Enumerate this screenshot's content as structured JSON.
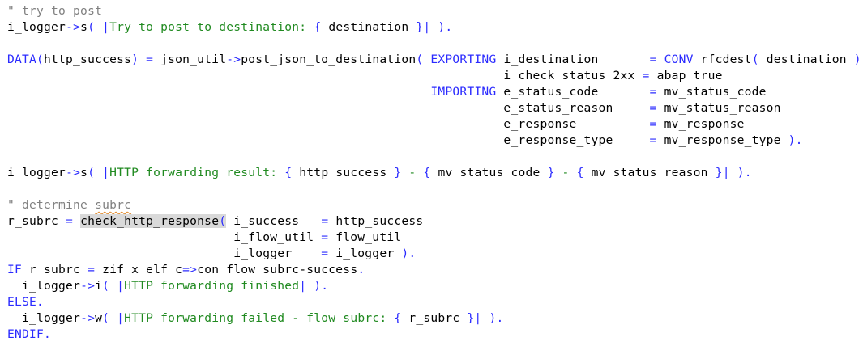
{
  "editor": {
    "colors": {
      "keyword": "#2b2bff",
      "string_template": "#208a20",
      "comment": "#808080",
      "identifier": "#000000",
      "highlight_background": "#d9d9d9",
      "spellcheck_underline": "#e08a2c"
    },
    "lines": [
      [
        {
          "t": "\" try to post",
          "c": "cmt"
        }
      ],
      [
        {
          "t": "i_logger",
          "c": "id"
        },
        {
          "t": "->",
          "c": "op"
        },
        {
          "t": "s",
          "c": "id"
        },
        {
          "t": "( |",
          "c": "op"
        },
        {
          "t": "Try to post to destination: ",
          "c": "str"
        },
        {
          "t": "{ ",
          "c": "op"
        },
        {
          "t": "destination",
          "c": "id"
        },
        {
          "t": " }| ).",
          "c": "op"
        }
      ],
      [],
      [
        {
          "t": "DATA(",
          "c": "kw"
        },
        {
          "t": "http_success",
          "c": "id"
        },
        {
          "t": ") = ",
          "c": "op"
        },
        {
          "t": "json_util",
          "c": "id"
        },
        {
          "t": "->",
          "c": "op"
        },
        {
          "t": "post_json_to_destination",
          "c": "id"
        },
        {
          "t": "( ",
          "c": "op"
        },
        {
          "t": "EXPORTING",
          "c": "kw"
        },
        {
          "t": " i_destination       ",
          "c": "id"
        },
        {
          "t": "= ",
          "c": "op"
        },
        {
          "t": "CONV",
          "c": "kw"
        },
        {
          "t": " rfcdest",
          "c": "id"
        },
        {
          "t": "( ",
          "c": "op"
        },
        {
          "t": "destination",
          "c": "id"
        },
        {
          "t": " )",
          "c": "op"
        }
      ],
      [
        {
          "t": "                                                                    i_check_status_2xx ",
          "c": "id"
        },
        {
          "t": "= ",
          "c": "op"
        },
        {
          "t": "abap_true",
          "c": "id"
        }
      ],
      [
        {
          "t": "                                                          ",
          "c": "id"
        },
        {
          "t": "IMPORTING",
          "c": "kw"
        },
        {
          "t": " e_status_code       ",
          "c": "id"
        },
        {
          "t": "= ",
          "c": "op"
        },
        {
          "t": "mv_status_code",
          "c": "id"
        }
      ],
      [
        {
          "t": "                                                                    e_status_reason     ",
          "c": "id"
        },
        {
          "t": "= ",
          "c": "op"
        },
        {
          "t": "mv_status_reason",
          "c": "id"
        }
      ],
      [
        {
          "t": "                                                                    e_response          ",
          "c": "id"
        },
        {
          "t": "= ",
          "c": "op"
        },
        {
          "t": "mv_response",
          "c": "id"
        }
      ],
      [
        {
          "t": "                                                                    e_response_type     ",
          "c": "id"
        },
        {
          "t": "= ",
          "c": "op"
        },
        {
          "t": "mv_response_type",
          "c": "id"
        },
        {
          "t": " ).",
          "c": "op"
        }
      ],
      [],
      [
        {
          "t": "i_logger",
          "c": "id"
        },
        {
          "t": "->",
          "c": "op"
        },
        {
          "t": "s",
          "c": "id"
        },
        {
          "t": "( |",
          "c": "op"
        },
        {
          "t": "HTTP forwarding result: ",
          "c": "str"
        },
        {
          "t": "{ ",
          "c": "op"
        },
        {
          "t": "http_success",
          "c": "id"
        },
        {
          "t": " }",
          "c": "op"
        },
        {
          "t": " - ",
          "c": "str"
        },
        {
          "t": "{ ",
          "c": "op"
        },
        {
          "t": "mv_status_code",
          "c": "id"
        },
        {
          "t": " }",
          "c": "op"
        },
        {
          "t": " - ",
          "c": "str"
        },
        {
          "t": "{ ",
          "c": "op"
        },
        {
          "t": "mv_status_reason",
          "c": "id"
        },
        {
          "t": " }| ).",
          "c": "op"
        }
      ],
      [],
      [
        {
          "t": "\" determine ",
          "c": "cmt"
        },
        {
          "t": "subrc",
          "c": "cmt squiggle"
        }
      ],
      [
        {
          "t": "r_subrc",
          "c": "id"
        },
        {
          "t": " = ",
          "c": "op"
        },
        {
          "t": "check_http_response",
          "c": "id hl"
        },
        {
          "t": "(",
          "c": "op hl"
        },
        {
          "t": " i_success   ",
          "c": "id"
        },
        {
          "t": "= ",
          "c": "op"
        },
        {
          "t": "http_success",
          "c": "id"
        }
      ],
      [
        {
          "t": "                               i_flow_util ",
          "c": "id"
        },
        {
          "t": "= ",
          "c": "op"
        },
        {
          "t": "flow_util",
          "c": "id"
        }
      ],
      [
        {
          "t": "                               i_logger    ",
          "c": "id"
        },
        {
          "t": "= ",
          "c": "op"
        },
        {
          "t": "i_logger",
          "c": "id"
        },
        {
          "t": " ).",
          "c": "op"
        }
      ],
      [
        {
          "t": "IF",
          "c": "kw"
        },
        {
          "t": " r_subrc ",
          "c": "id"
        },
        {
          "t": "= ",
          "c": "op"
        },
        {
          "t": "zif_x_elf_c",
          "c": "id"
        },
        {
          "t": "=>",
          "c": "op"
        },
        {
          "t": "con_flow_subrc-success",
          "c": "id"
        },
        {
          "t": ".",
          "c": "op"
        }
      ],
      [
        {
          "t": "  i_logger",
          "c": "id"
        },
        {
          "t": "->",
          "c": "op"
        },
        {
          "t": "i",
          "c": "id"
        },
        {
          "t": "( |",
          "c": "op"
        },
        {
          "t": "HTTP forwarding finished",
          "c": "str"
        },
        {
          "t": "| ).",
          "c": "op"
        }
      ],
      [
        {
          "t": "ELSE.",
          "c": "kw"
        }
      ],
      [
        {
          "t": "  i_logger",
          "c": "id"
        },
        {
          "t": "->",
          "c": "op"
        },
        {
          "t": "w",
          "c": "id"
        },
        {
          "t": "( |",
          "c": "op"
        },
        {
          "t": "HTTP forwarding failed - flow subrc: ",
          "c": "str"
        },
        {
          "t": "{ ",
          "c": "op"
        },
        {
          "t": "r_subrc",
          "c": "id"
        },
        {
          "t": " }| ).",
          "c": "op"
        }
      ],
      [
        {
          "t": "ENDIF.",
          "c": "kw"
        }
      ]
    ]
  }
}
